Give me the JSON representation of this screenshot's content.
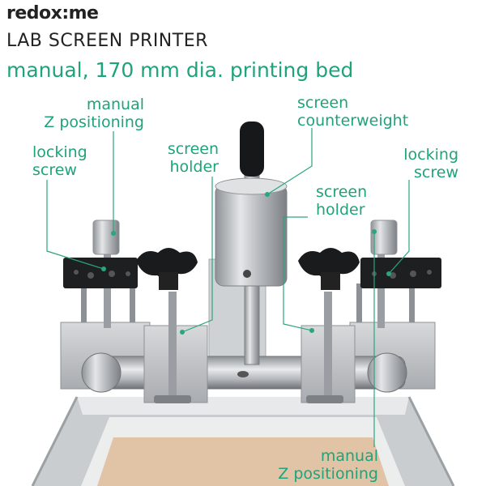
{
  "header": {
    "brand": "redox:me",
    "title": "LAB SCREEN PRINTER",
    "subtitle": "manual, 170 mm dia. printing bed"
  },
  "callouts": {
    "manual_z_top": "manual\nZ positioning",
    "locking_screw_left": "locking\nscrew",
    "screen_holder_left": "screen\nholder",
    "screen_counterweight": "screen\ncounterweight",
    "screen_holder_right": "screen\nholder",
    "locking_screw_right": "locking\nscrew",
    "manual_z_bottom": "manual\nZ positioning"
  },
  "colors": {
    "accent": "#1fa37a",
    "text": "#222222"
  }
}
